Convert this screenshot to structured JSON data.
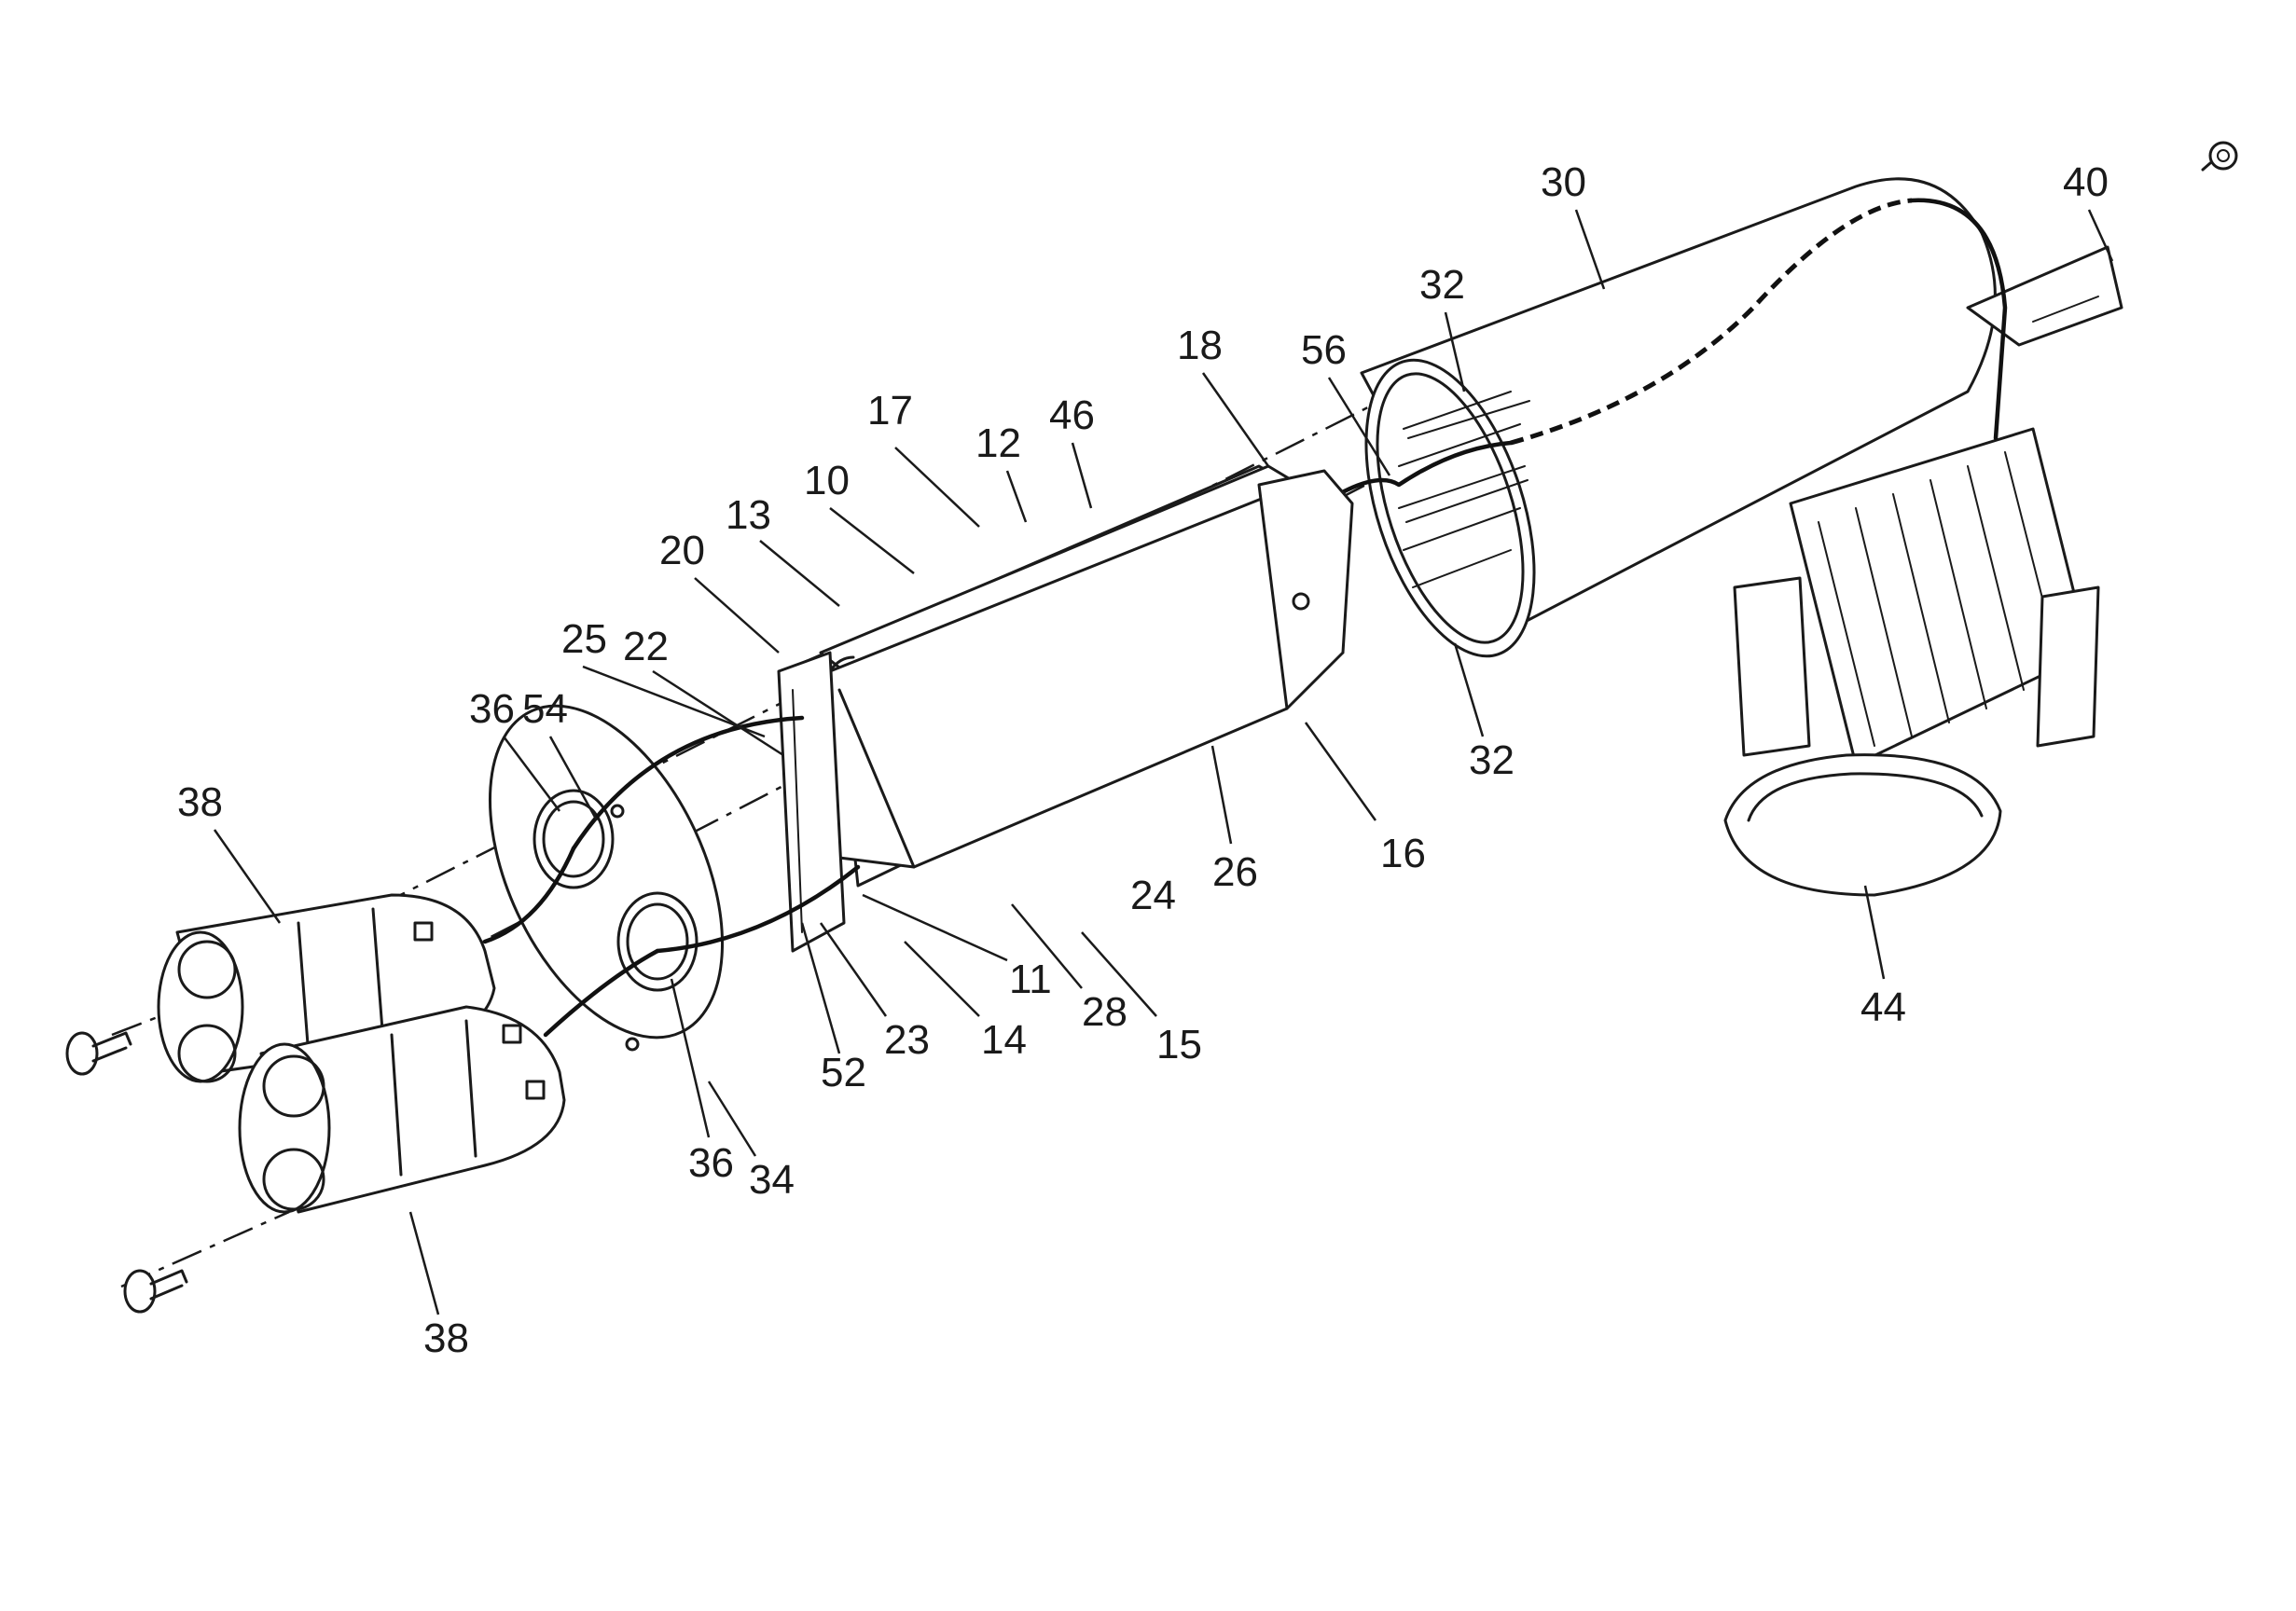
{
  "figure": {
    "references": [
      {
        "id": "ref-10",
        "text": "10"
      },
      {
        "id": "ref-11",
        "text": "11"
      },
      {
        "id": "ref-12",
        "text": "12"
      },
      {
        "id": "ref-13",
        "text": "13"
      },
      {
        "id": "ref-14",
        "text": "14"
      },
      {
        "id": "ref-15",
        "text": "15"
      },
      {
        "id": "ref-16",
        "text": "16"
      },
      {
        "id": "ref-17",
        "text": "17"
      },
      {
        "id": "ref-18",
        "text": "18"
      },
      {
        "id": "ref-20",
        "text": "20"
      },
      {
        "id": "ref-22",
        "text": "22"
      },
      {
        "id": "ref-23",
        "text": "23"
      },
      {
        "id": "ref-24",
        "text": "24"
      },
      {
        "id": "ref-25",
        "text": "25"
      },
      {
        "id": "ref-26",
        "text": "26"
      },
      {
        "id": "ref-28",
        "text": "28"
      },
      {
        "id": "ref-30",
        "text": "30"
      },
      {
        "id": "ref-32a",
        "text": "32"
      },
      {
        "id": "ref-32b",
        "text": "32"
      },
      {
        "id": "ref-34",
        "text": "34"
      },
      {
        "id": "ref-36a",
        "text": "36"
      },
      {
        "id": "ref-36b",
        "text": "36"
      },
      {
        "id": "ref-38a",
        "text": "38"
      },
      {
        "id": "ref-38b",
        "text": "38"
      },
      {
        "id": "ref-40",
        "text": "40"
      },
      {
        "id": "ref-44",
        "text": "44"
      },
      {
        "id": "ref-46",
        "text": "46"
      },
      {
        "id": "ref-52",
        "text": "52"
      },
      {
        "id": "ref-54",
        "text": "54"
      },
      {
        "id": "ref-56",
        "text": "56"
      }
    ]
  }
}
